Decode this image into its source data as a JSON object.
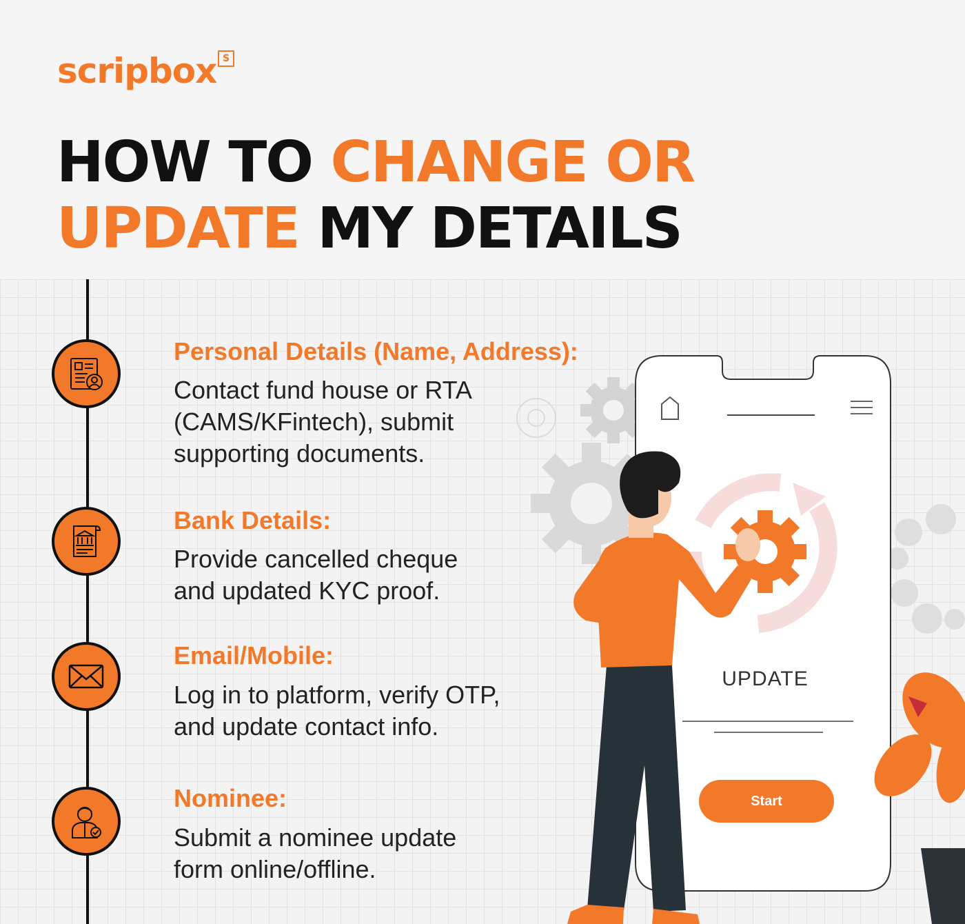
{
  "brand": {
    "logo_text": "scripbox",
    "logo_mark": "S"
  },
  "title": {
    "line1_black": "HOW TO ",
    "line1_orange": "CHANGE OR",
    "line2_orange": "UPDATE",
    "line2_black": " MY DETAILS"
  },
  "steps": [
    {
      "icon": "profile-document-icon",
      "title": "Personal Details (Name, Address):",
      "text": "Contact fund house or RTA\n(CAMS/KFintech), submit\nsupporting documents."
    },
    {
      "icon": "bank-document-icon",
      "title": "Bank Details:",
      "text": "Provide cancelled cheque\nand updated KYC proof."
    },
    {
      "icon": "envelope-icon",
      "title": "Email/Mobile:",
      "text": "Log in to platform, verify OTP,\nand update contact info."
    },
    {
      "icon": "person-check-icon",
      "title": "Nominee:",
      "text": "Submit a nominee update\nform online/offline."
    }
  ],
  "phone": {
    "screen_label": "UPDATE",
    "button_label": "Start"
  },
  "colors": {
    "accent": "#f2792a",
    "dark": "#111111",
    "header_bg": "#f5f5f5"
  }
}
